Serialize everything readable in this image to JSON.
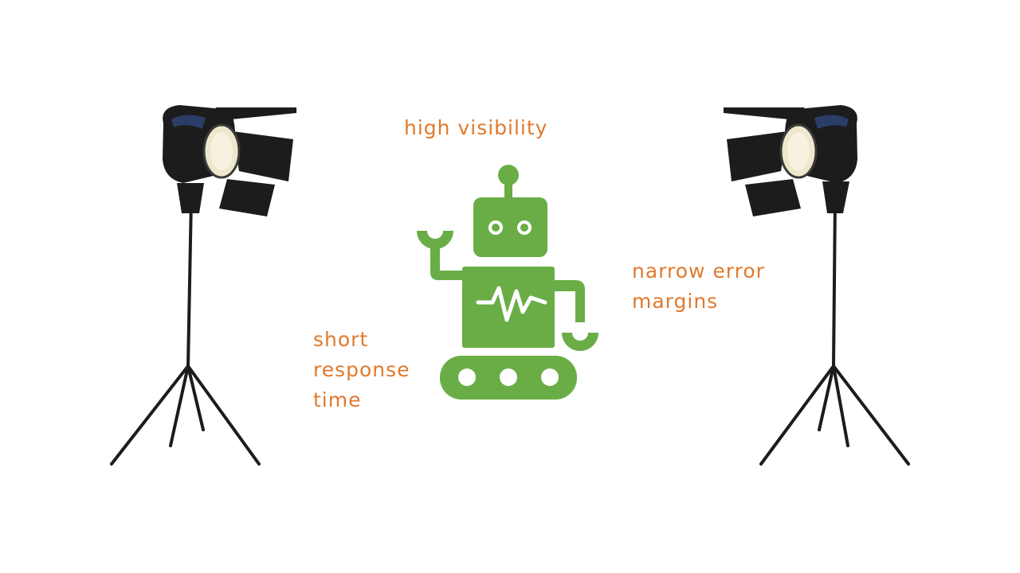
{
  "labels": {
    "high_visibility": "high visibility",
    "narrow_error_margins": [
      "narrow error",
      "margins"
    ],
    "short_response_time": [
      "short",
      "response",
      "time"
    ]
  },
  "icons": {
    "center": "robot-icon",
    "left": "spotlight-on-tripod-icon",
    "right": "spotlight-on-tripod-icon"
  },
  "colors": {
    "robot": "#6aad46",
    "text": "#e07a2e",
    "spotlight": "#1c1c1c",
    "lens": "#ede7cc"
  }
}
